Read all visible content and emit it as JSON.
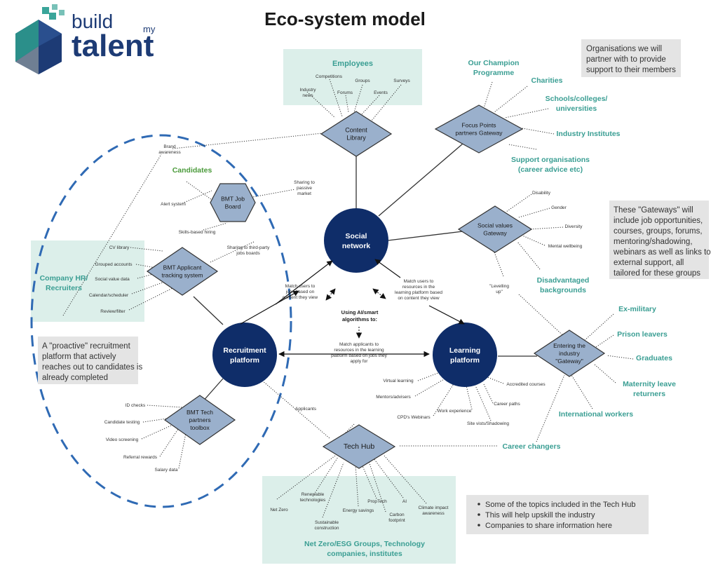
{
  "title": "Eco-system model",
  "logo": {
    "line1": "build",
    "line2": "my",
    "line3": "talent"
  },
  "colors": {
    "navy": "#0f2d69",
    "diamond": "#9ab0cc",
    "teal": "#3a9e93",
    "panel": "#dcefea",
    "note": "#e4e4e4",
    "green": "#4a9a3a",
    "dash": "#2f6ab4"
  },
  "hubs": {
    "social": [
      "Social",
      "network"
    ],
    "recruitment": [
      "Recruitment",
      "platform"
    ],
    "learning": [
      "Learning",
      "platform"
    ]
  },
  "gateways": {
    "content": [
      "Content",
      "Library"
    ],
    "focus": [
      "Focus Points",
      "partners Gateway"
    ],
    "social_values": [
      "Social values",
      "Gateway"
    ],
    "industry": [
      "Entering the",
      "industry",
      "\"Gateway\""
    ],
    "tech_hub": [
      "Tech Hub"
    ],
    "ats": [
      "BMT Applicant",
      "tracking system"
    ],
    "job_board": [
      "BMT Job",
      "Board"
    ],
    "tech_toolbox": [
      "BMT Tech",
      "partners",
      "toolbox"
    ]
  },
  "employees": {
    "heading": "Employees",
    "items": {
      "news": [
        "Industry",
        "news"
      ],
      "competitions": "Competitions",
      "forums": "Forums",
      "groups": "Groups",
      "events": "Events",
      "surveys": "Surveys"
    }
  },
  "partners": {
    "champion": [
      "Our Champion",
      "Programme"
    ],
    "charities": "Charities",
    "schools": [
      "Schools/colleges/",
      "universities"
    ],
    "institutes": "Industry Institutes",
    "support": [
      "Support organisations",
      "(career advice etc)"
    ]
  },
  "social_values_items": {
    "disability": "Disability",
    "gender": "Gender",
    "diversity": "Diversity",
    "mental": "Mental wellbeing",
    "disadvantaged": [
      "Disadvantaged",
      "backgrounds"
    ],
    "levelling": [
      "\"Levelling",
      "up\""
    ]
  },
  "industry_items": {
    "ex_military": "Ex-military",
    "prison": "Prison leavers",
    "graduates": "Graduates",
    "maternity": [
      "Maternity leave",
      "returners"
    ],
    "international": "International workers",
    "career_changers": "Career changers"
  },
  "learning_items": {
    "virtual": "Virtual learning",
    "mentors": "Mentors/advisers",
    "cpd": "CPD's Webinars",
    "work_exp": "Work experience",
    "site": "Site vists/Shadowing",
    "paths": "Career paths",
    "accredited": "Accredited courses"
  },
  "tech_items": {
    "net_zero": "Net Zero",
    "renewable": [
      "Renewable",
      "technologies"
    ],
    "sustainable": [
      "Sustainable",
      "construction"
    ],
    "energy": "Energy savings",
    "proptech": "PropTech",
    "carbon": [
      "Carbon",
      "footprint"
    ],
    "ai": "AI",
    "climate": [
      "Climate impact",
      "awareness"
    ]
  },
  "tech_panel": [
    "Net Zero/ESG Groups, Technology",
    "companies, institutes"
  ],
  "candidates": {
    "heading": "Candidates",
    "alert": "Alert system",
    "skills": "Skills-based hiring",
    "brand": [
      "Brand",
      "awareness"
    ],
    "passive": [
      "Sharing  to",
      "passive",
      "market"
    ],
    "third_party": [
      "Sharing to third-party",
      "jobs boards"
    ]
  },
  "company_hr": {
    "heading": [
      "Company HR/",
      "Recruiters"
    ],
    "items": [
      "CV library",
      "Grouped accounts",
      "Social value data",
      "Calendar/scheduler",
      "Review/filter"
    ]
  },
  "toolbox_items": [
    "ID checks",
    "Candidate testing",
    "Video screening",
    "Referral rewards",
    "Salary data"
  ],
  "applicants": "Applicants",
  "ai": {
    "center": [
      "Using AI/smart",
      "algorithms to:"
    ],
    "jobs": [
      "Match users to",
      "jobs based on",
      "content they view"
    ],
    "resources": [
      "Match users to",
      "resources in the",
      "learning platform based",
      "on content they view"
    ],
    "applicants": [
      "Match applicants to",
      "resources in the learning",
      "platform based on jobs they",
      "apply for"
    ]
  },
  "notes": {
    "partners": [
      "Organisations we will",
      "partner with to provide",
      "support to their members"
    ],
    "gateways": [
      "These \"Gateways\" will",
      "include job opportunities,",
      "courses, groups, forums,",
      "mentoring/shadowing,",
      "webinars as well as links to",
      "external support, all",
      "tailored for these groups"
    ],
    "proactive": [
      "A \"proactive\" recruitment",
      "platform that actively",
      "reaches out to candidates is",
      "already completed"
    ],
    "tech": [
      "Some of the topics included in the Tech Hub",
      "This will help upskill the industry",
      "Companies to share information here"
    ]
  }
}
